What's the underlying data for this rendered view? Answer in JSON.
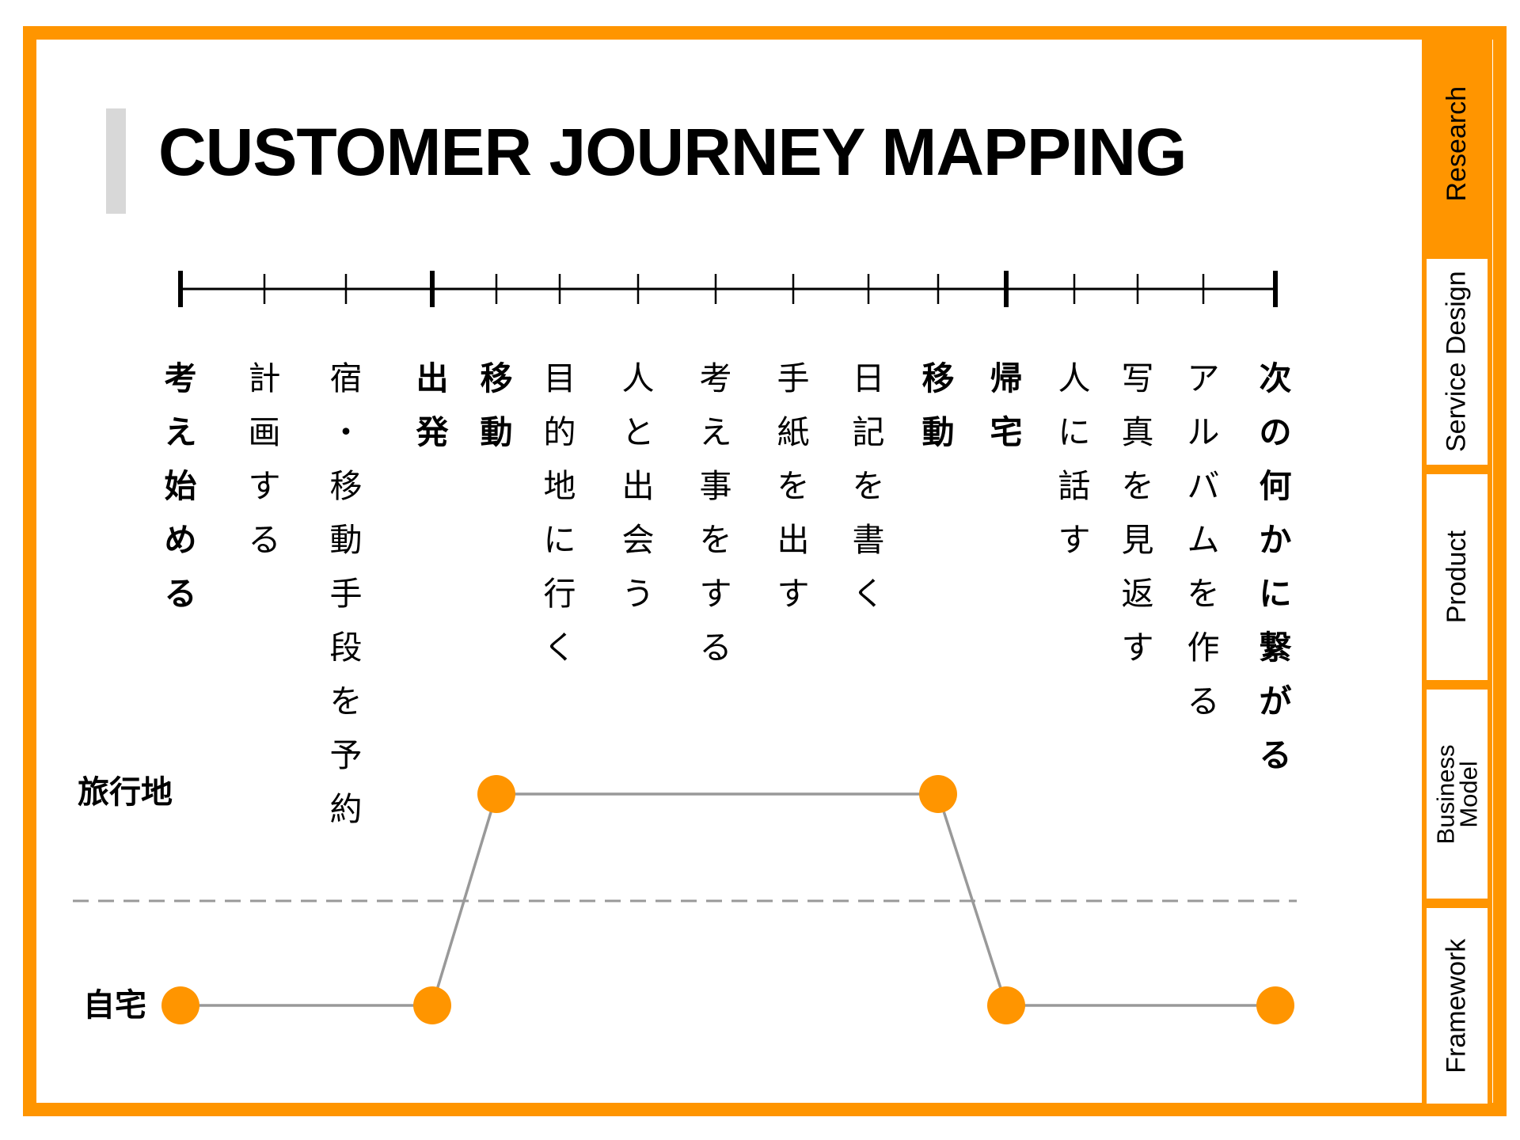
{
  "title": "CUSTOMER JOURNEY MAPPING",
  "tabs": [
    {
      "label": "Research",
      "active": true
    },
    {
      "label": "Service Design",
      "active": false
    },
    {
      "label": "Product",
      "active": false
    },
    {
      "label": "Business\nModel",
      "active": false
    },
    {
      "label": "Framework",
      "active": false
    }
  ],
  "colors": {
    "accent": "#FF9500",
    "line": "#999999",
    "timeline": "#000000",
    "title_bar": "#D8D8D8"
  },
  "chart_data": {
    "type": "line",
    "locations": [
      "旅行地",
      "自宅"
    ],
    "steps": [
      {
        "label": "考え始める",
        "bold": true
      },
      {
        "label": "計画する",
        "bold": false
      },
      {
        "label": "宿・移動手段を予約",
        "bold": false
      },
      {
        "label": "出発",
        "bold": true
      },
      {
        "label": "移動",
        "bold": true
      },
      {
        "label": "目的地に行く",
        "bold": false
      },
      {
        "label": "人と出会う",
        "bold": false
      },
      {
        "label": "考え事をする",
        "bold": false
      },
      {
        "label": "手紙を出す",
        "bold": false
      },
      {
        "label": "日記を書く",
        "bold": false
      },
      {
        "label": "移動",
        "bold": true
      },
      {
        "label": "帰宅",
        "bold": true
      },
      {
        "label": "人に話す",
        "bold": false
      },
      {
        "label": "写真を見返す",
        "bold": false
      },
      {
        "label": "アルバムを作る",
        "bold": false
      },
      {
        "label": "次の何かに繋がる",
        "bold": true
      }
    ],
    "points": [
      {
        "step": 0,
        "location": "自宅"
      },
      {
        "step": 3,
        "location": "自宅"
      },
      {
        "step": 4,
        "location": "旅行地"
      },
      {
        "step": 10,
        "location": "旅行地"
      },
      {
        "step": 11,
        "location": "自宅"
      },
      {
        "step": 15,
        "location": "自宅"
      }
    ]
  }
}
